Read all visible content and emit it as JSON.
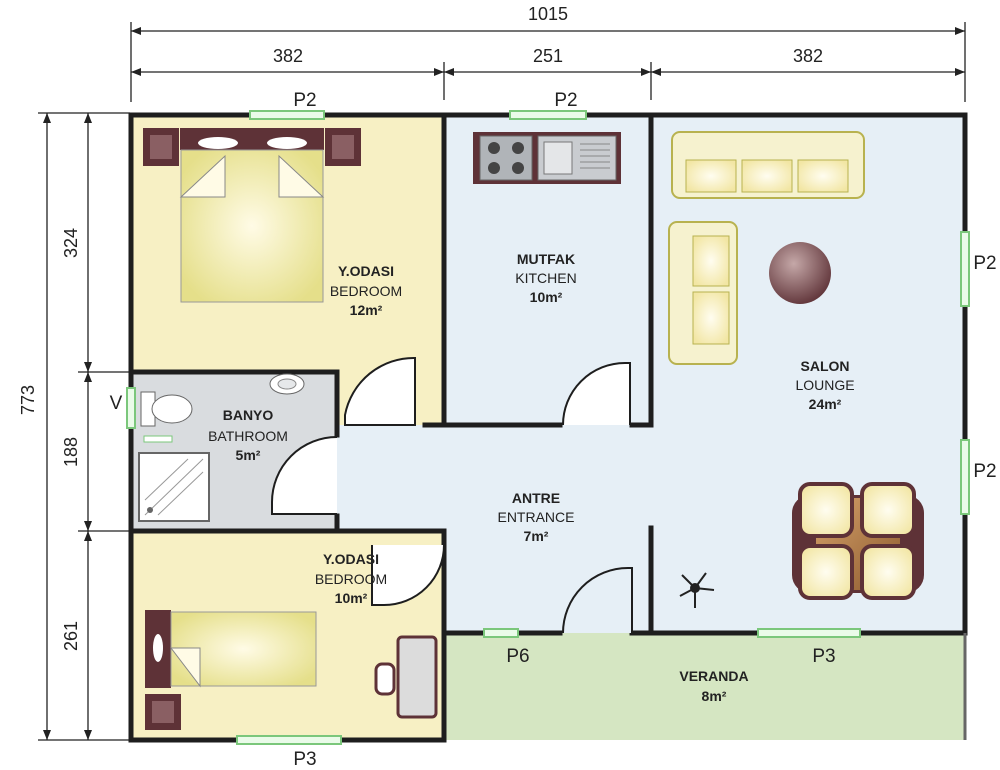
{
  "dimensions": {
    "total_width": "1015",
    "left_width": "382",
    "middle_width": "251",
    "right_width": "382",
    "total_height": "773",
    "top_height": "324",
    "middle_height": "188",
    "bottom_height": "261"
  },
  "rooms": {
    "bedroom1": {
      "name": "Y.ODASI",
      "name_en": "BEDROOM",
      "area": "12m²"
    },
    "kitchen": {
      "name": "MUTFAK",
      "name_en": "KITCHEN",
      "area": "10m²"
    },
    "lounge": {
      "name": "SALON",
      "name_en": "LOUNGE",
      "area": "24m²"
    },
    "bathroom": {
      "name": "BANYO",
      "name_en": "BATHROOM",
      "area": "5m²"
    },
    "entrance": {
      "name": "ANTRE",
      "name_en": "ENTRANCE",
      "area": "7m²"
    },
    "bedroom2": {
      "name": "Y.ODASI",
      "name_en": "BEDROOM",
      "area": "10m²"
    },
    "veranda": {
      "name": "VERANDA",
      "area": "8m²"
    }
  },
  "windows": {
    "bedroom1_top": "P2",
    "kitchen_top": "P2",
    "lounge_right_upper": "P2",
    "lounge_right_lower": "P2",
    "bathroom_vent": "V",
    "entrance_p6": "P6",
    "lounge_p3": "P3",
    "bedroom2_bottom": "P3"
  },
  "colors": {
    "bedroom_fill": "#f7f0c4",
    "blue_fill": "#e6eff6",
    "bath_fill": "#d9dcdf",
    "veranda_fill": "#d5e6c2",
    "wall": "#1e1e1e",
    "window": "#7bc77b",
    "furniture_brown": "#5e3237",
    "cushion": "#f3efb2"
  }
}
